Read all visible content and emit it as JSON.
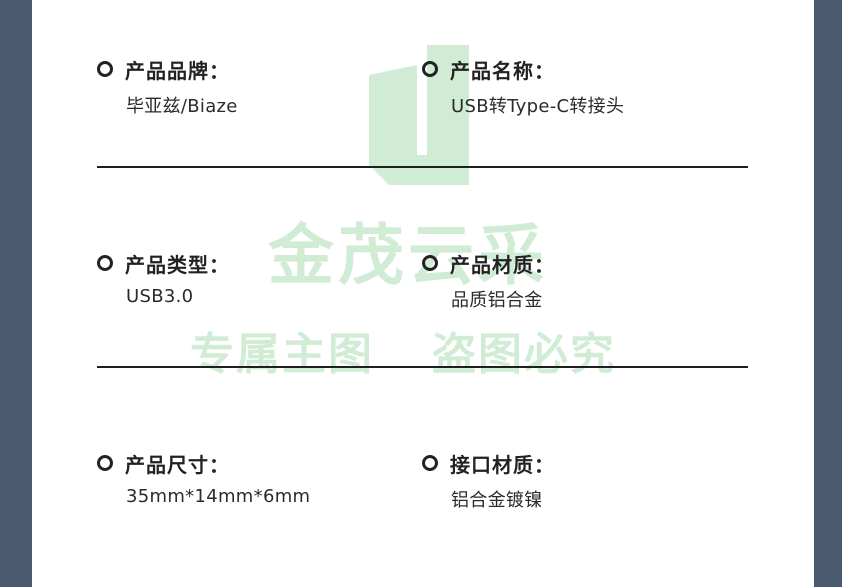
{
  "specs": [
    {
      "label": "产品品牌：",
      "value": "毕亚兹/Biaze"
    },
    {
      "label": "产品名称：",
      "value": "USB转Type-C转接头"
    },
    {
      "label": "产品类型：",
      "value": "USB3.0"
    },
    {
      "label": "产品材质：",
      "value": "品质铝合金"
    },
    {
      "label": "产品尺寸：",
      "value": "35mm*14mm*6mm"
    },
    {
      "label": "接口材质：",
      "value": "铝合金镀镍"
    }
  ],
  "watermark": {
    "logo_letter": "J",
    "brand": "金茂云采",
    "left_text": "专属主图",
    "right_text": "盗图必究"
  },
  "colors": {
    "side_background": "#4a5a6e",
    "card_background": "#ffffff",
    "watermark_green": "#78c887"
  }
}
